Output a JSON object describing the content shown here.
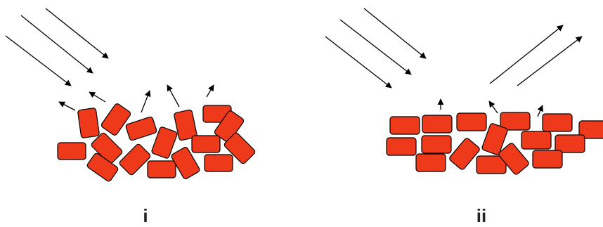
{
  "panels": [
    {
      "id": "i",
      "label": "i"
    },
    {
      "id": "ii",
      "label": "ii"
    }
  ],
  "colors": {
    "brick_fill": "#ee3a1a",
    "brick_stroke": "#000000",
    "ray": "#000000"
  }
}
